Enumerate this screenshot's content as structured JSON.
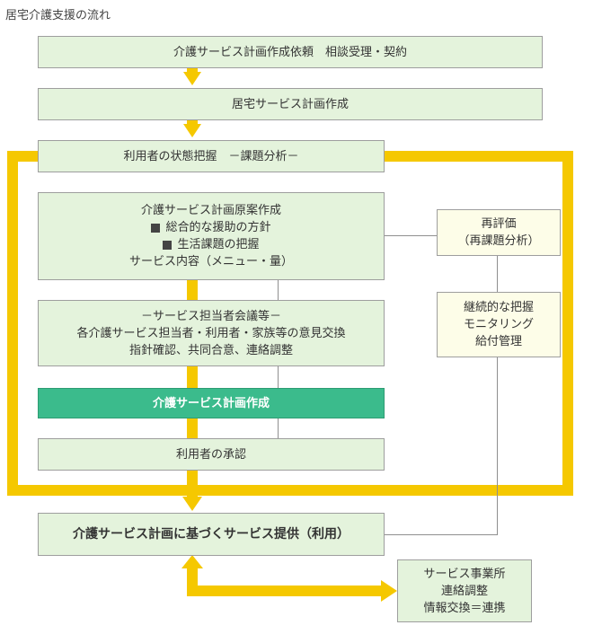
{
  "title": "居宅介護支援の流れ",
  "boxes": {
    "request": "介護サービス計画作成依頼　相談受理・契約",
    "home_plan": "居宅サービス計画作成",
    "assessment": "利用者の状態把握　－課題分析－",
    "draft": {
      "title": "介護サービス計画原案作成",
      "bullet1": "総合的な援助の方針",
      "bullet2": "生活課題の把握",
      "content": "サービス内容（メニュー・量）"
    },
    "meeting": {
      "line1": "－サービス担当者会議等－",
      "line2": "各介護サービス担当者・利用者・家族等の意見交換",
      "line3": "指針確認、共同合意、連絡調整"
    },
    "plan": "介護サービス計画作成",
    "approval": "利用者の承認",
    "provision": "介護サービス計画に基づくサービス提供（利用）",
    "reeval": {
      "line1": "再評価",
      "line2": "（再課題分析）"
    },
    "monitor": {
      "line1": "継続的な把握",
      "line2": "モニタリング",
      "line3": "給付管理"
    },
    "provider": {
      "line1": "サービス事業所",
      "line2": "連絡調整",
      "line3": "情報交換＝連携"
    }
  },
  "colors": {
    "box_fill": "#e4f3dc",
    "highlight_fill": "#3bbb8c",
    "side_fill": "#fdfde8",
    "arrow": "#f5c800",
    "connector": "#8f8f8f"
  }
}
